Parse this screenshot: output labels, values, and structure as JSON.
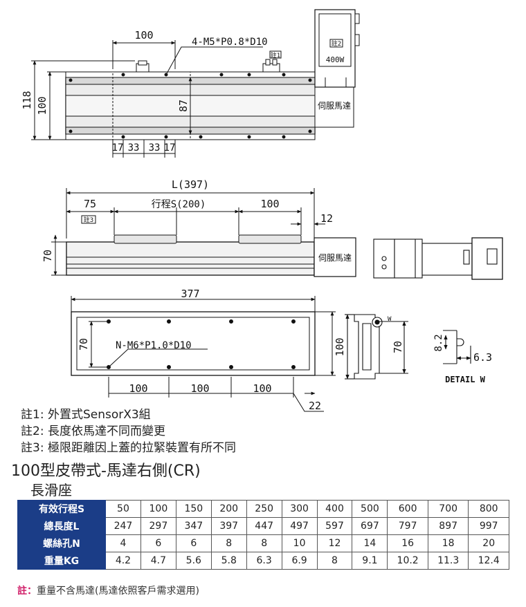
{
  "drawing": {
    "top_view": {
      "dim_top_pitch": "100",
      "hole_callout": "4-M5*P0.8*D10",
      "dim_height_outer": "118",
      "dim_height_inner": "100",
      "dim_inner_87": "87",
      "dim_bottom_17a": "17",
      "dim_bottom_33a": "33",
      "dim_bottom_33b": "33",
      "dim_bottom_17b": "17",
      "tag_note1": "註1",
      "tag_note2": "註2",
      "motor_power": "400W",
      "motor_label": "伺服馬達"
    },
    "side_view": {
      "dim_length": "L(397)",
      "dim_75": "75",
      "stroke_label": "行程S(200)",
      "dim_100": "100",
      "dim_12": "12",
      "tag_note3": "註3",
      "dim_height_70": "70",
      "motor_label": "伺服馬達"
    },
    "bottom_view": {
      "dim_377": "377",
      "dim_70": "70",
      "hole_callout": "N-M6*P1.0*D10",
      "pitch_1": "100",
      "pitch_2": "100",
      "pitch_3": "100",
      "dim_22": "22"
    },
    "section_view": {
      "dim_100": "100",
      "dim_70": "70",
      "mark_w": "W"
    },
    "detail_view": {
      "dim_82": "8.2",
      "dim_63": "6.3",
      "label": "DETAIL W"
    }
  },
  "notes": [
    "註1: 外置式SensorX3組",
    "註2: 長度依馬達不同而變更",
    "註3: 極限距離因上蓋的拉緊裝置有所不同"
  ],
  "model_title": "100型皮帶式-馬達右側(CR)",
  "slider_type": "長滑座",
  "spec_table": {
    "rows": [
      {
        "label": "有效行程S",
        "values": [
          "50",
          "100",
          "150",
          "200",
          "250",
          "300",
          "400",
          "500",
          "600",
          "700",
          "800"
        ]
      },
      {
        "label": "總長度L",
        "values": [
          "247",
          "297",
          "347",
          "397",
          "447",
          "497",
          "597",
          "697",
          "797",
          "897",
          "997"
        ]
      },
      {
        "label": "螺絲孔N",
        "values": [
          "4",
          "6",
          "6",
          "8",
          "8",
          "10",
          "12",
          "14",
          "16",
          "18",
          "20"
        ]
      },
      {
        "label": "重量KG",
        "values": [
          "4.2",
          "4.7",
          "5.6",
          "5.8",
          "6.3",
          "6.9",
          "8",
          "9.1",
          "10.2",
          "11.3",
          "12.4"
        ]
      }
    ]
  },
  "footnote": {
    "label": "註：",
    "text": "重量不含馬達(馬達依照客戶需求選用)"
  }
}
